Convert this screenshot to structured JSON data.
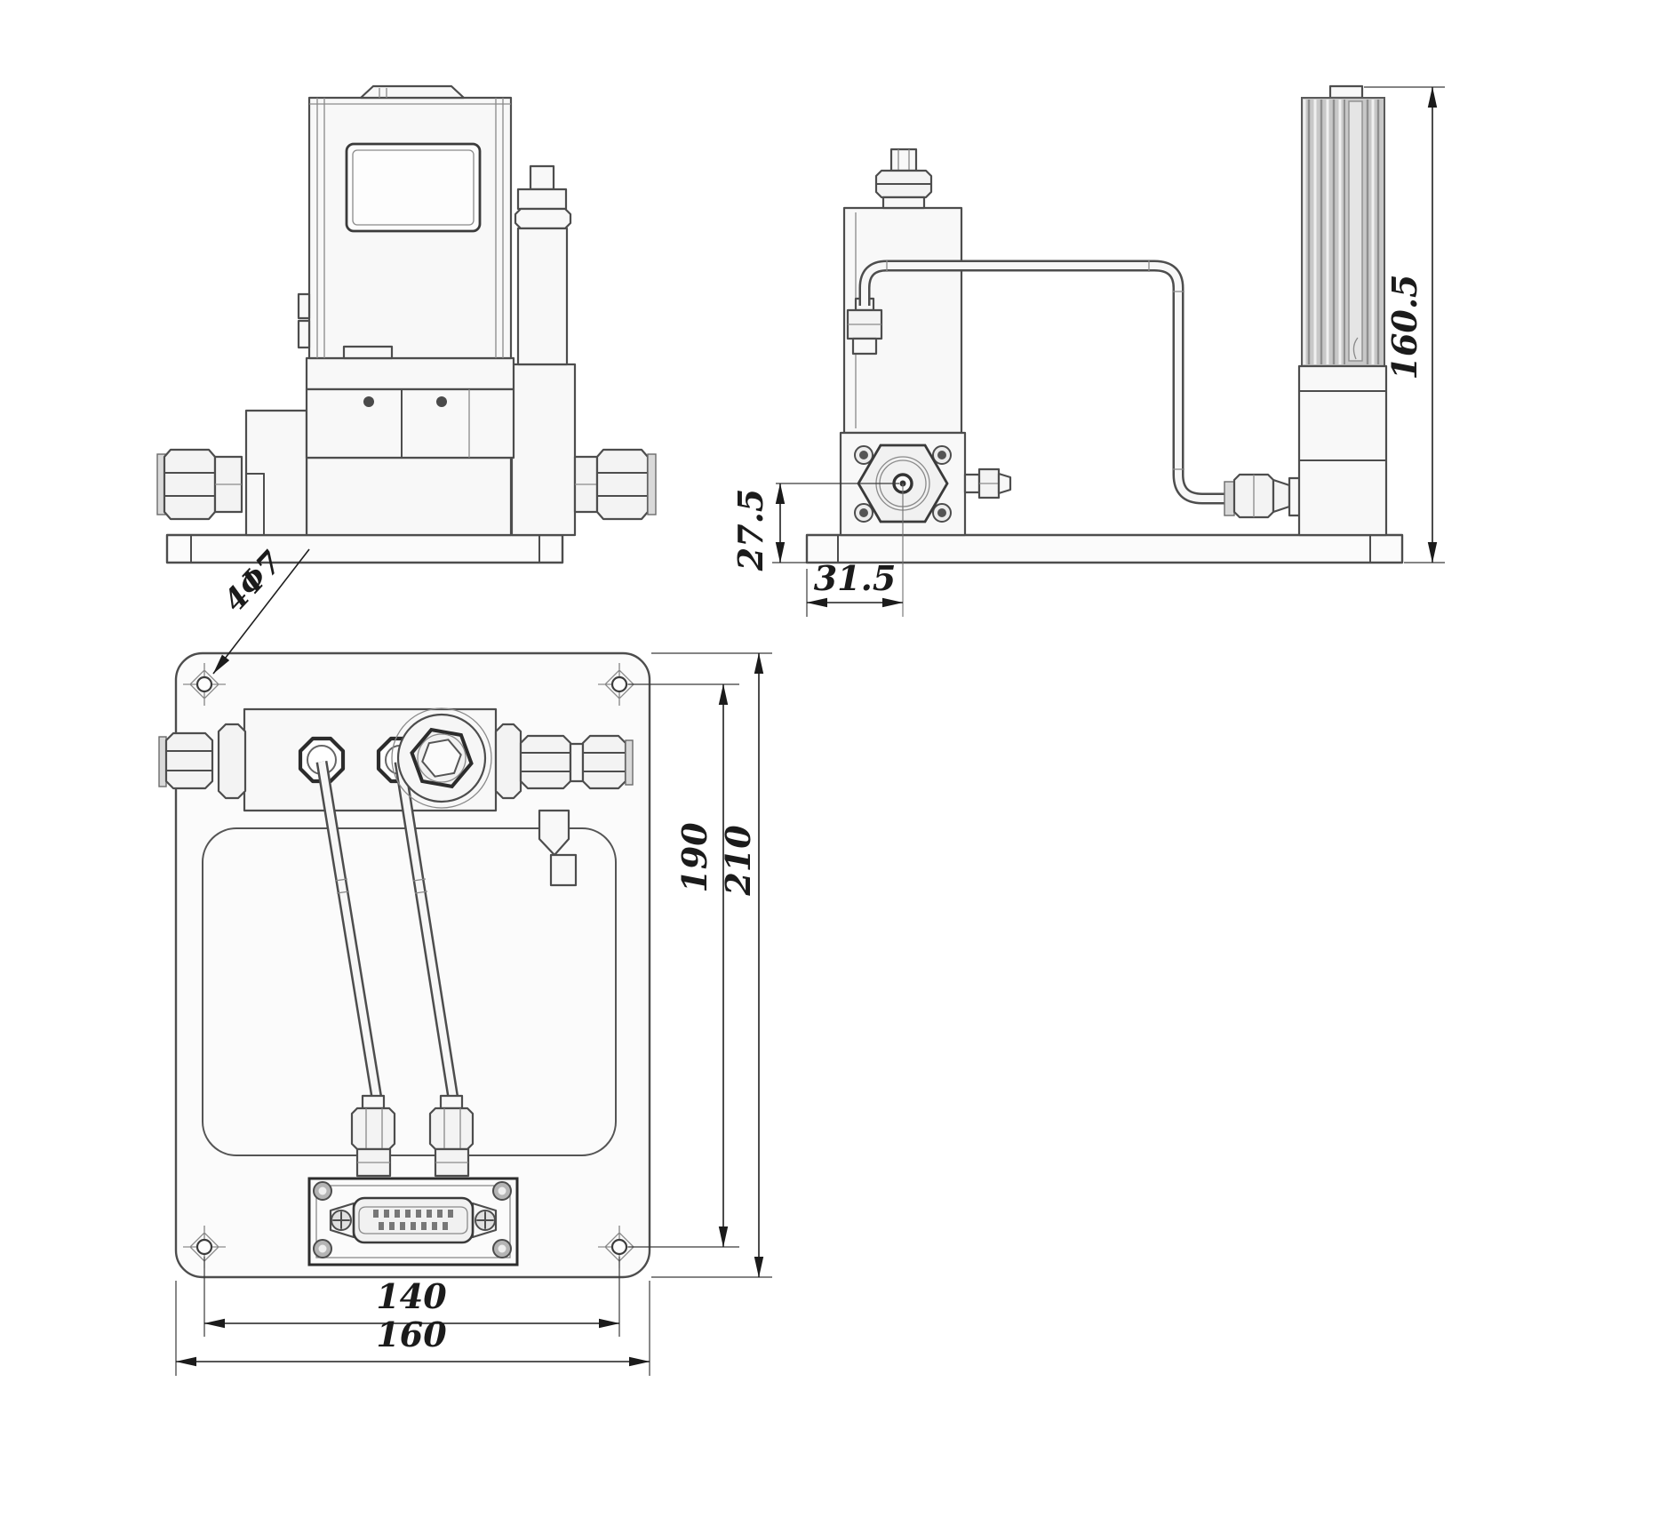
{
  "colors": {
    "background": "#ffffff",
    "line": "#4d4d4d",
    "line_dark": "#2c2c2c",
    "part_fill": "#f8f8f8",
    "heatsink_fill": "#c8c8c8",
    "dimension_text": "#1b1b1b"
  },
  "views": {
    "side": {
      "dimensions": {
        "overall_height": "160.5",
        "port_center_height": "27.5",
        "port_center_offset": "31.5"
      }
    },
    "plan": {
      "dimensions": {
        "mounting_holes": "4Φ7",
        "hole_pitch_vertical": "190",
        "plate_length": "210",
        "hole_pitch_horizontal": "140",
        "plate_width": "160"
      }
    }
  }
}
